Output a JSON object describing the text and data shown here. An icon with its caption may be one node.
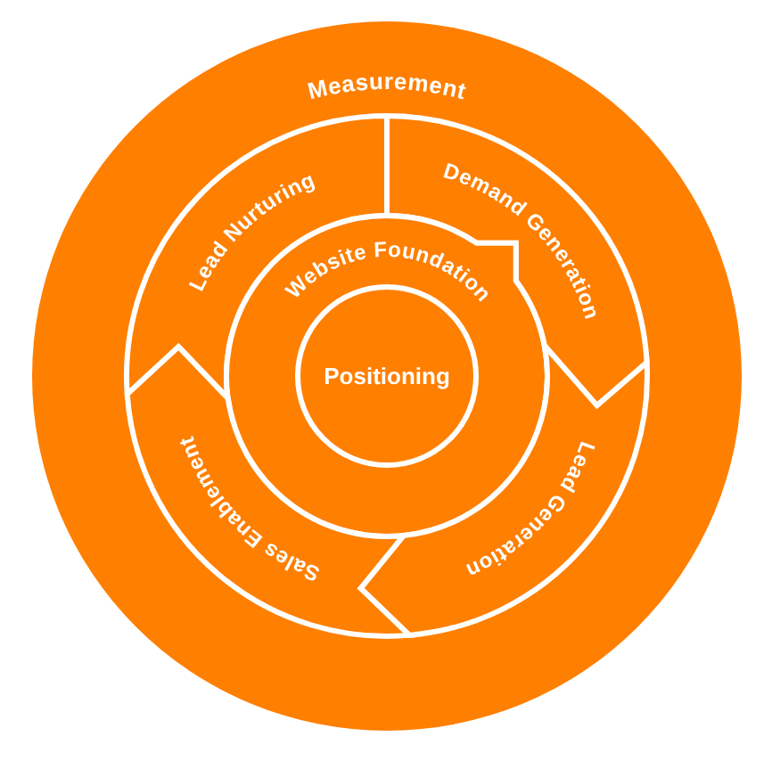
{
  "diagram": {
    "nodes": [
      {
        "text": [
          "Measurement"
        ]
      },
      {
        "text": [
          "Lead Nurturing"
        ],
        "in": 0
      },
      {
        "text": [
          "Demand Generation"
        ],
        "in": 0
      },
      {
        "text": [
          "Website Foundation"
        ],
        "in": 0
      },
      {
        "text": [
          "Positioning"
        ],
        "in": 3
      },
      {
        "text": [
          "Sales Enablement"
        ],
        "in": 0
      },
      {
        "text": [
          "Lead Generation"
        ],
        "in": 0
      }
    ]
  }
}
